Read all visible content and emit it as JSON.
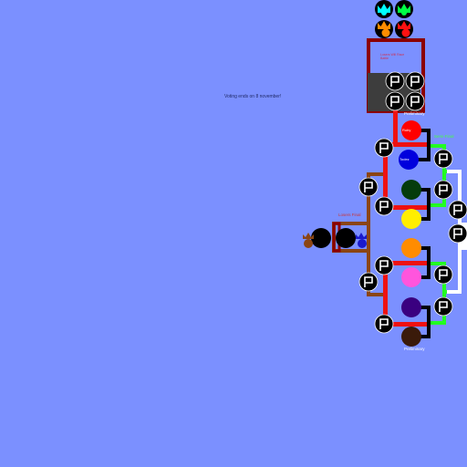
{
  "notice": "Voting ends on 8 november!",
  "announcement": {
    "line1": "Losers Will Race",
    "line2": "Battle"
  },
  "labels": {
    "preliminary_top": "Preliminary",
    "preliminary_bottom": "Preliminary",
    "semi_final": "Semi-Final",
    "losers_final": "Losers Final"
  },
  "contestants": [
    {
      "name": "Ruby",
      "color": "#ff0000"
    },
    {
      "name": "Todez",
      "color": "#0000dd"
    },
    {
      "name": "",
      "color": "#053c0c"
    },
    {
      "name": "",
      "color": "#ffee00"
    },
    {
      "name": "",
      "color": "#ff8c00"
    },
    {
      "name": "",
      "color": "#ff55dd"
    },
    {
      "name": "",
      "color": "#3a0080"
    },
    {
      "name": "",
      "color": "#3a1a0a"
    }
  ],
  "losers": [
    {
      "color": "#000000"
    },
    {
      "color": "#000000"
    }
  ],
  "colors": {
    "background": "#7b90ff",
    "bracket_red": "#ee1111",
    "bracket_brown": "#8b4513",
    "bracket_green": "#22ff22",
    "bracket_white": "#ffffff",
    "bracket_dark": "#8b0000",
    "box_gray": "#3d3d3d"
  },
  "icons": {
    "vote_button": "flag-icon",
    "crown": "crown-icon"
  }
}
